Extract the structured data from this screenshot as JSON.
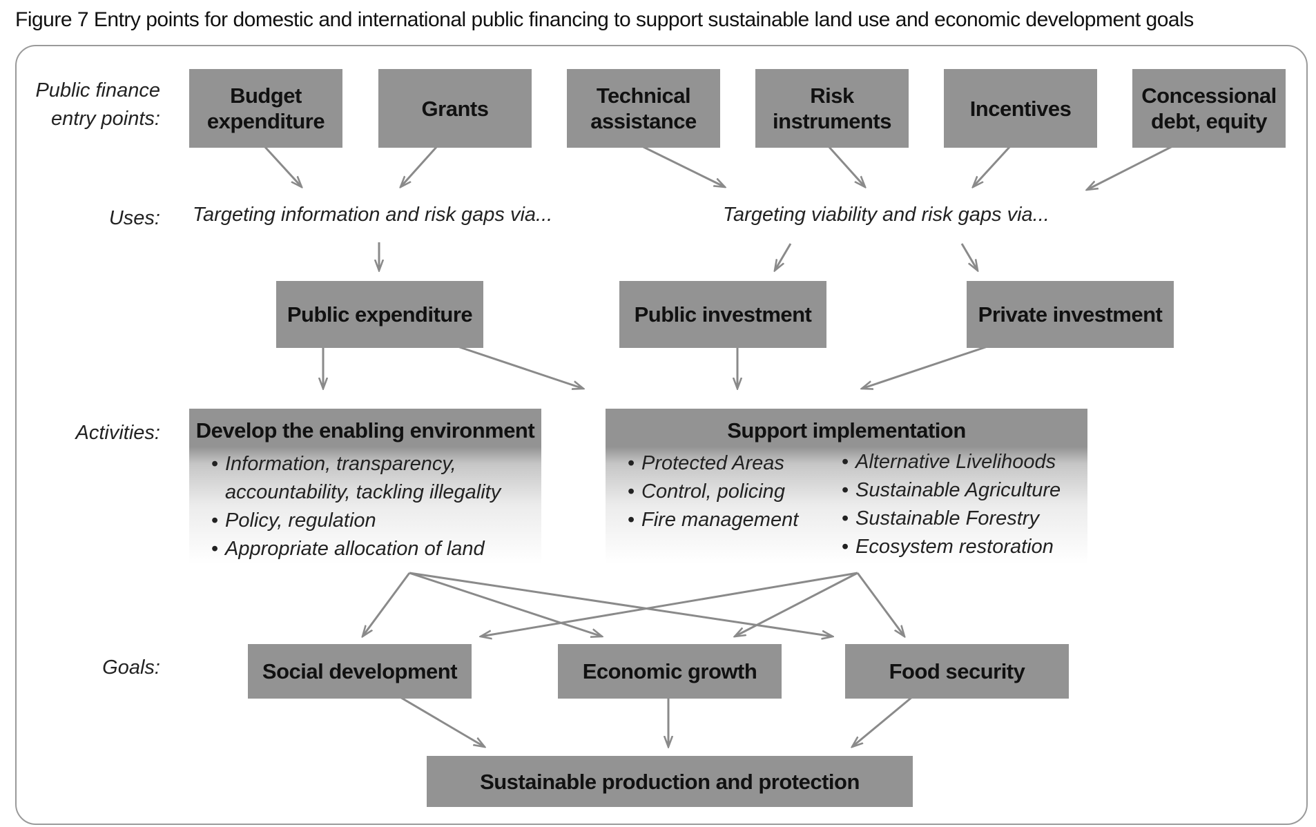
{
  "figure": {
    "title": "Figure 7  Entry points for domestic and international public financing to support sustainable land use and economic development goals"
  },
  "row_labels": {
    "entry_points_line1": "Public finance",
    "entry_points_line2": "entry points:",
    "uses": "Uses:",
    "activities": "Activities:",
    "goals": "Goals:"
  },
  "entry_points": [
    {
      "line1": "Budget",
      "line2": "expenditure"
    },
    {
      "line1": "Grants",
      "line2": ""
    },
    {
      "line1": "Technical",
      "line2": "assistance"
    },
    {
      "line1": "Risk",
      "line2": "instruments"
    },
    {
      "line1": "Incentives",
      "line2": ""
    },
    {
      "line1": "Concessional",
      "line2": "debt, equity"
    }
  ],
  "uses": {
    "left": "Targeting information and risk gaps via...",
    "right": "Targeting viability and risk gaps via..."
  },
  "channels": {
    "public_expenditure": "Public expenditure",
    "public_investment": "Public investment",
    "private_investment": "Private investment"
  },
  "activities": {
    "enabling": {
      "title": "Develop the enabling environment",
      "items": [
        "Information, transparency,",
        "Policy, regulation",
        "Appropriate allocation of land"
      ],
      "continuation": "accountability, tackling illegality"
    },
    "support": {
      "title": "Support implementation",
      "left_items": [
        "Protected Areas",
        "Control, policing",
        "Fire management"
      ],
      "right_items": [
        "Alternative Livelihoods",
        "Sustainable Agriculture",
        "Sustainable Forestry",
        "Ecosystem restoration"
      ]
    }
  },
  "goals": {
    "social": "Social development",
    "economic": "Economic growth",
    "food": "Food security"
  },
  "outcome": "Sustainable production and protection",
  "colors": {
    "box_fill": "#939393",
    "arrow": "#8a8a8a",
    "frame": "#9a9a9a"
  }
}
